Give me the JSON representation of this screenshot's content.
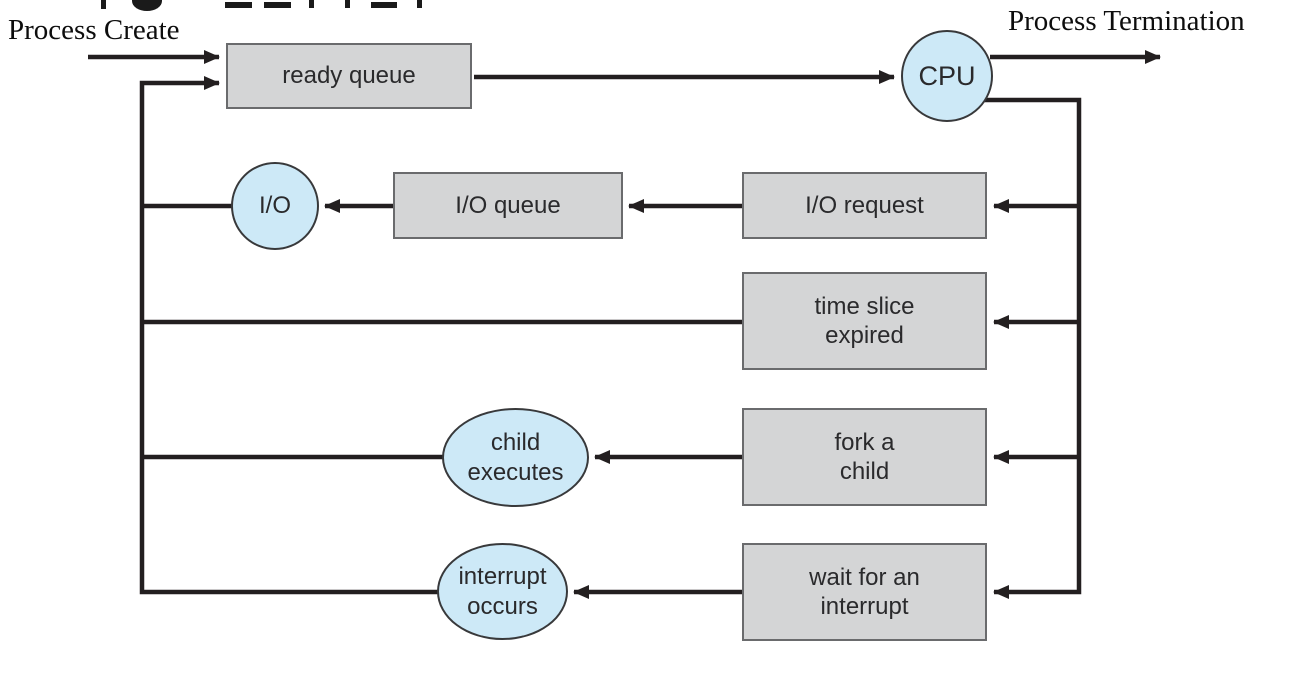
{
  "labels": {
    "process_create": "Process Create",
    "process_termination": "Process Termination"
  },
  "nodes": {
    "ready_queue": "ready queue",
    "cpu": "CPU",
    "io": "I/O",
    "io_queue": "I/O queue",
    "io_request": "I/O request",
    "time_slice": "time slice\nexpired",
    "child_executes": "child\nexecutes",
    "fork_child": "fork a\nchild",
    "interrupt_occurs": "interrupt\noccurs",
    "wait_interrupt": "wait for an\ninterrupt"
  },
  "edges": [
    {
      "from": "process-create",
      "to": "ready-queue"
    },
    {
      "from": "ready-queue",
      "to": "cpu"
    },
    {
      "from": "cpu",
      "to": "process-termination"
    },
    {
      "from": "cpu",
      "to": "io-request"
    },
    {
      "from": "io-request",
      "to": "io-queue"
    },
    {
      "from": "io-queue",
      "to": "io"
    },
    {
      "from": "io",
      "to": "ready-queue"
    },
    {
      "from": "cpu",
      "to": "time-slice-expired"
    },
    {
      "from": "time-slice-expired",
      "to": "ready-queue"
    },
    {
      "from": "cpu",
      "to": "fork-a-child"
    },
    {
      "from": "fork-a-child",
      "to": "child-executes"
    },
    {
      "from": "child-executes",
      "to": "ready-queue"
    },
    {
      "from": "cpu",
      "to": "wait-for-an-interrupt"
    },
    {
      "from": "wait-for-an-interrupt",
      "to": "interrupt-occurs"
    },
    {
      "from": "interrupt-occurs",
      "to": "ready-queue"
    }
  ],
  "colors": {
    "queue_box_fill": "#d4d5d6",
    "queue_box_border": "#6a6b6d",
    "resource_fill": "#cde9f7",
    "resource_border": "#38393b",
    "line": "#231f20",
    "text": "#2a2a2c"
  }
}
